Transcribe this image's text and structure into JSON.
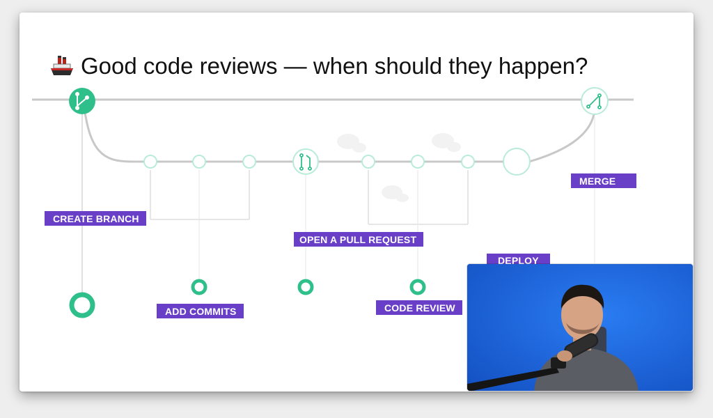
{
  "slide": {
    "title": "Good code reviews — when should they happen?",
    "title_icon": "ship-icon"
  },
  "labels": {
    "create_branch": "CREATE BRANCH",
    "add_commits": "ADD COMMITS",
    "open_pull_request": "OPEN A PULL REQUEST",
    "code_review": "CODE REVIEW",
    "deploy": "DEPLOY",
    "merge": "MERGE"
  },
  "colors": {
    "node_green": "#2fbf8a",
    "tag_purple": "#6a3fc8",
    "line_gray": "#c8c8c8",
    "webcam_blue": "#1a63e0"
  }
}
